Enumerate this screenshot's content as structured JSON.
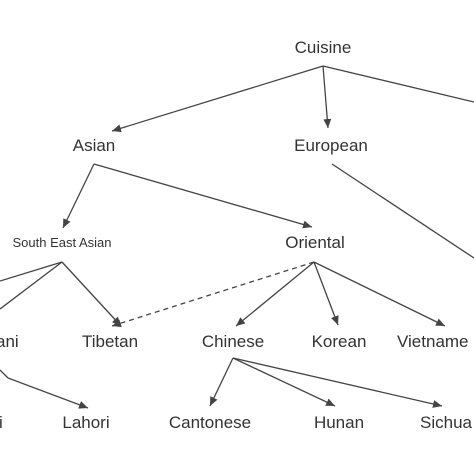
{
  "nodes": {
    "cuisine": "Cuisine",
    "asian": "Asian",
    "european": "European",
    "south_east_asian": "South East Asian",
    "oriental": "Oriental",
    "nepali_partial": "ani",
    "tibetan": "Tibetan",
    "chinese": "Chinese",
    "korean": "Korean",
    "vietnamese_partial": "Vietname",
    "left_leaf_partial": "i",
    "lahori": "Lahori",
    "cantonese": "Cantonese",
    "hunan": "Hunan",
    "sichuan_partial": "Sichua"
  },
  "colors": {
    "text": "#333333",
    "edge": "#444444",
    "background": "#ffffff"
  }
}
